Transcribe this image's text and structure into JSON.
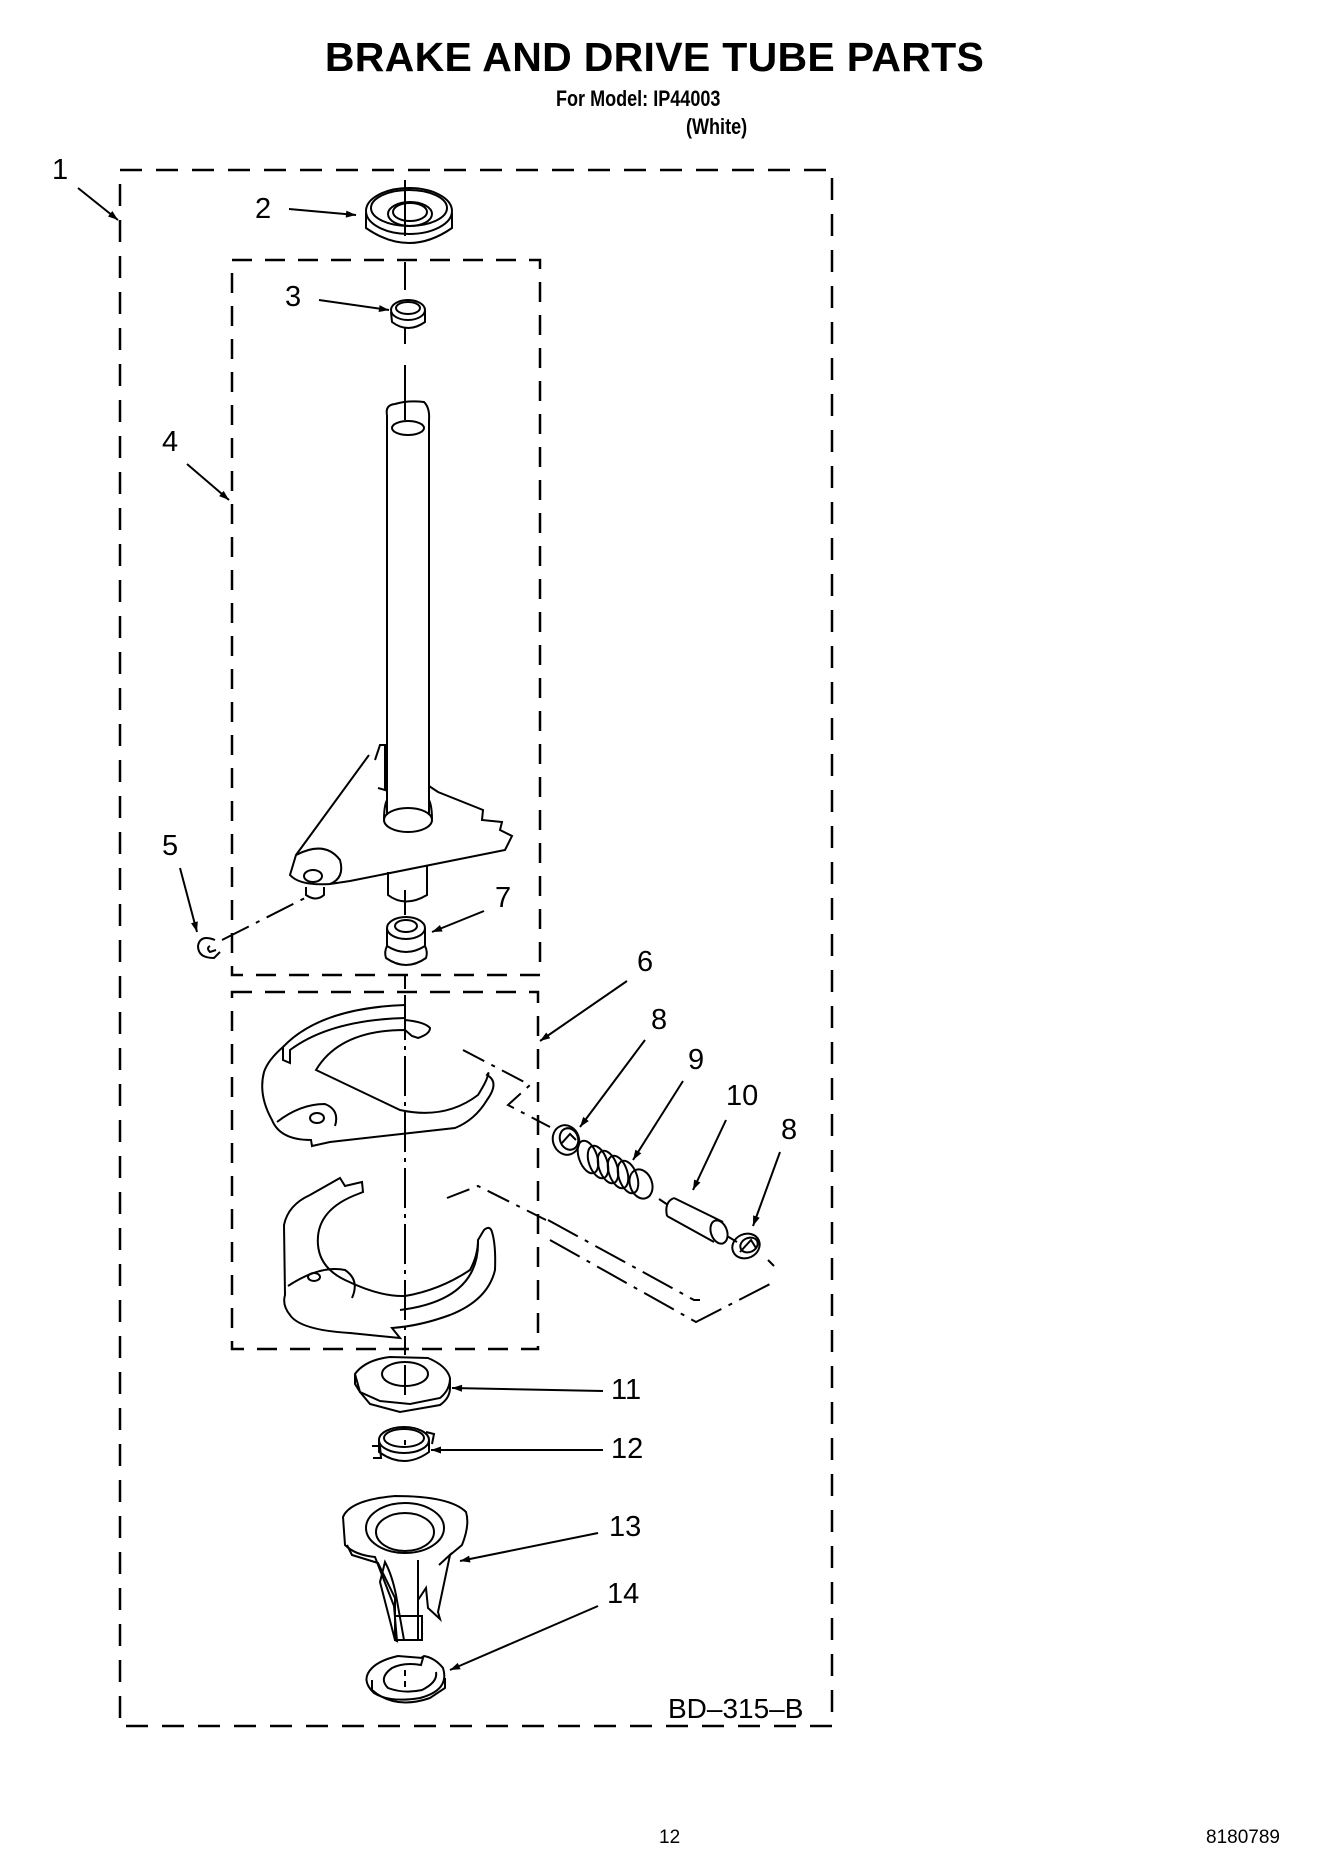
{
  "header": {
    "title": "BRAKE AND DRIVE TUBE PARTS",
    "model_line": "For Model: IP44003",
    "color_line": "(White)"
  },
  "diagram": {
    "code": "BD–315–B",
    "callouts": [
      {
        "id": "c1",
        "label": "1"
      },
      {
        "id": "c2",
        "label": "2"
      },
      {
        "id": "c3",
        "label": "3"
      },
      {
        "id": "c4",
        "label": "4"
      },
      {
        "id": "c5",
        "label": "5"
      },
      {
        "id": "c6",
        "label": "6"
      },
      {
        "id": "c7",
        "label": "7"
      },
      {
        "id": "c8a",
        "label": "8"
      },
      {
        "id": "c9",
        "label": "9"
      },
      {
        "id": "c10",
        "label": "10"
      },
      {
        "id": "c8b",
        "label": "8"
      },
      {
        "id": "c11",
        "label": "11"
      },
      {
        "id": "c12",
        "label": "12"
      },
      {
        "id": "c13",
        "label": "13"
      },
      {
        "id": "c14",
        "label": "14"
      }
    ]
  },
  "footer": {
    "page_number": "12",
    "document_number": "8180789"
  }
}
